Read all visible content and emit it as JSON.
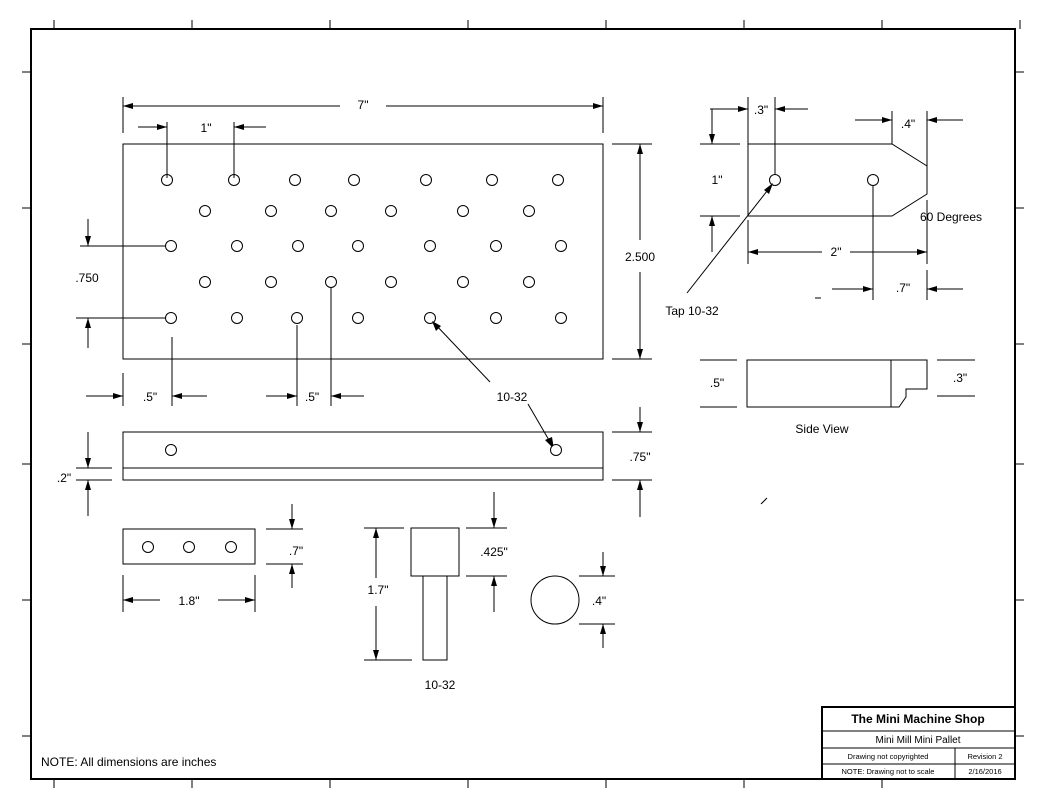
{
  "drawing": {
    "note": "NOTE: All dimensions are inches",
    "title_block": {
      "company": "The Mini Machine Shop",
      "part_name": "Mini Mill Mini Pallet",
      "copyright": "Drawing not copyrighted",
      "revision": "Revision 2",
      "scale_note": "NOTE: Drawing not to scale",
      "date": "2/16/2016"
    },
    "pallet_top": {
      "width": "7\"",
      "hole_spacing": "1\"",
      "height": "2.500",
      "row_spacing": ".750",
      "edge_offset_left": ".5\"",
      "stagger_offset": ".5\"",
      "hole_callout": "10-32"
    },
    "pallet_side": {
      "thickness": ".75\"",
      "step": ".2\""
    },
    "small_bar": {
      "length": "1.8\"",
      "height": ".7\""
    },
    "bolt": {
      "length": "1.7\"",
      "head_height": ".425\"",
      "thread": "10-32"
    },
    "washer": {
      "diameter": ".4\""
    },
    "clamp_top": {
      "hole_offset": ".3\"",
      "chamfer_width": ".4\"",
      "height": "1\"",
      "chamfer_angle": "60 Degrees",
      "hole_spacing": "2\"",
      "end_offset": ".7\"",
      "tap_callout": "Tap 10-32"
    },
    "clamp_side": {
      "height": ".5\"",
      "step": ".3\"",
      "caption": "Side View"
    }
  }
}
